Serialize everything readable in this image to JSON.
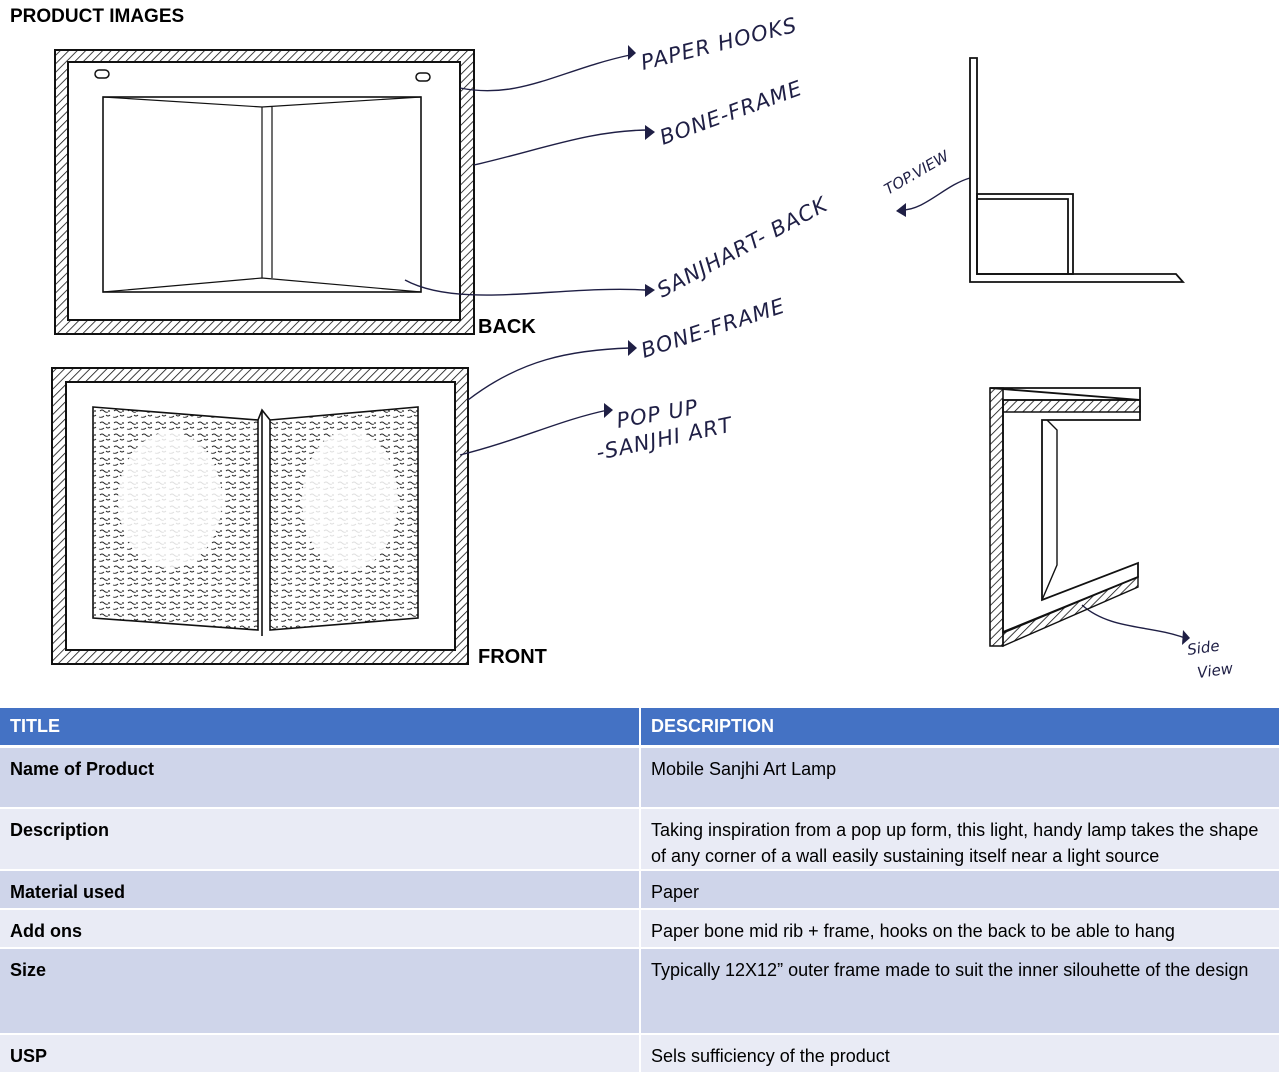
{
  "header": {
    "title": "PRODUCT IMAGES"
  },
  "sketch": {
    "labels": {
      "back": "BACK",
      "front": "FRONT"
    },
    "annotations": {
      "paper_hooks": "PAPER HOOKS",
      "bone_frame_top": "BONE-FRAME",
      "sanjhart_back": "SANJHART- BACK",
      "bone_frame_front": "BONE-FRAME",
      "pop_up_line1": "POP UP",
      "pop_up_line2": "-SANJHI ART",
      "top_view": "TOP.VIEW",
      "side_view_line1": "Side",
      "side_view_line2": "View"
    }
  },
  "table": {
    "headers": {
      "title": "TITLE",
      "description": "DESCRIPTION"
    },
    "rows": [
      {
        "key": "Name of Product",
        "value": "Mobile Sanjhi Art Lamp"
      },
      {
        "key": "Description",
        "value": "Taking inspiration from a pop up form, this light, handy lamp takes the shape of any corner of a wall easily sustaining itself near a light source"
      },
      {
        "key": "Material used",
        "value": "Paper"
      },
      {
        "key": "Add ons",
        "value": "Paper bone mid rib + frame, hooks on the  back to be able to hang"
      },
      {
        "key": "Size",
        "value": "Typically 12X12” outer frame made to  suit the inner silouhette of  the design"
      },
      {
        "key": "USP",
        "value": "Sels sufficiency of the  product"
      }
    ]
  },
  "colors": {
    "header_bg": "#4472c4",
    "row_odd": "#cfd5ea",
    "row_even": "#e9ebf5",
    "ink": "#1f1f45"
  }
}
